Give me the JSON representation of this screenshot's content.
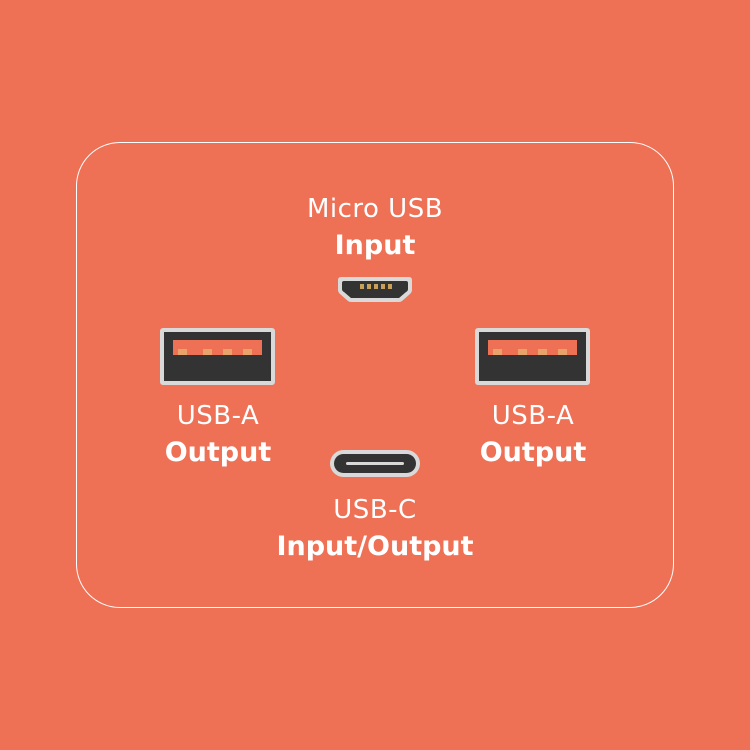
{
  "colors": {
    "background": "#ee7055",
    "outline": "#ffffff",
    "port_body": "#333333",
    "port_shell": "#d9d9d9",
    "usb_a_tongue": "#ee7055",
    "usb_a_contacts": "#e8a36a",
    "micro_pins": "#c8a05a"
  },
  "ports": {
    "micro_usb": {
      "name": "Micro USB",
      "role": "Input",
      "icon": "micro-usb-port-icon"
    },
    "usb_a_left": {
      "name": "USB-A",
      "role": "Output",
      "icon": "usb-a-port-icon"
    },
    "usb_a_right": {
      "name": "USB-A",
      "role": "Output",
      "icon": "usb-a-port-icon"
    },
    "usb_c": {
      "name": "USB-C",
      "role": "Input/Output",
      "icon": "usb-c-port-icon"
    }
  }
}
